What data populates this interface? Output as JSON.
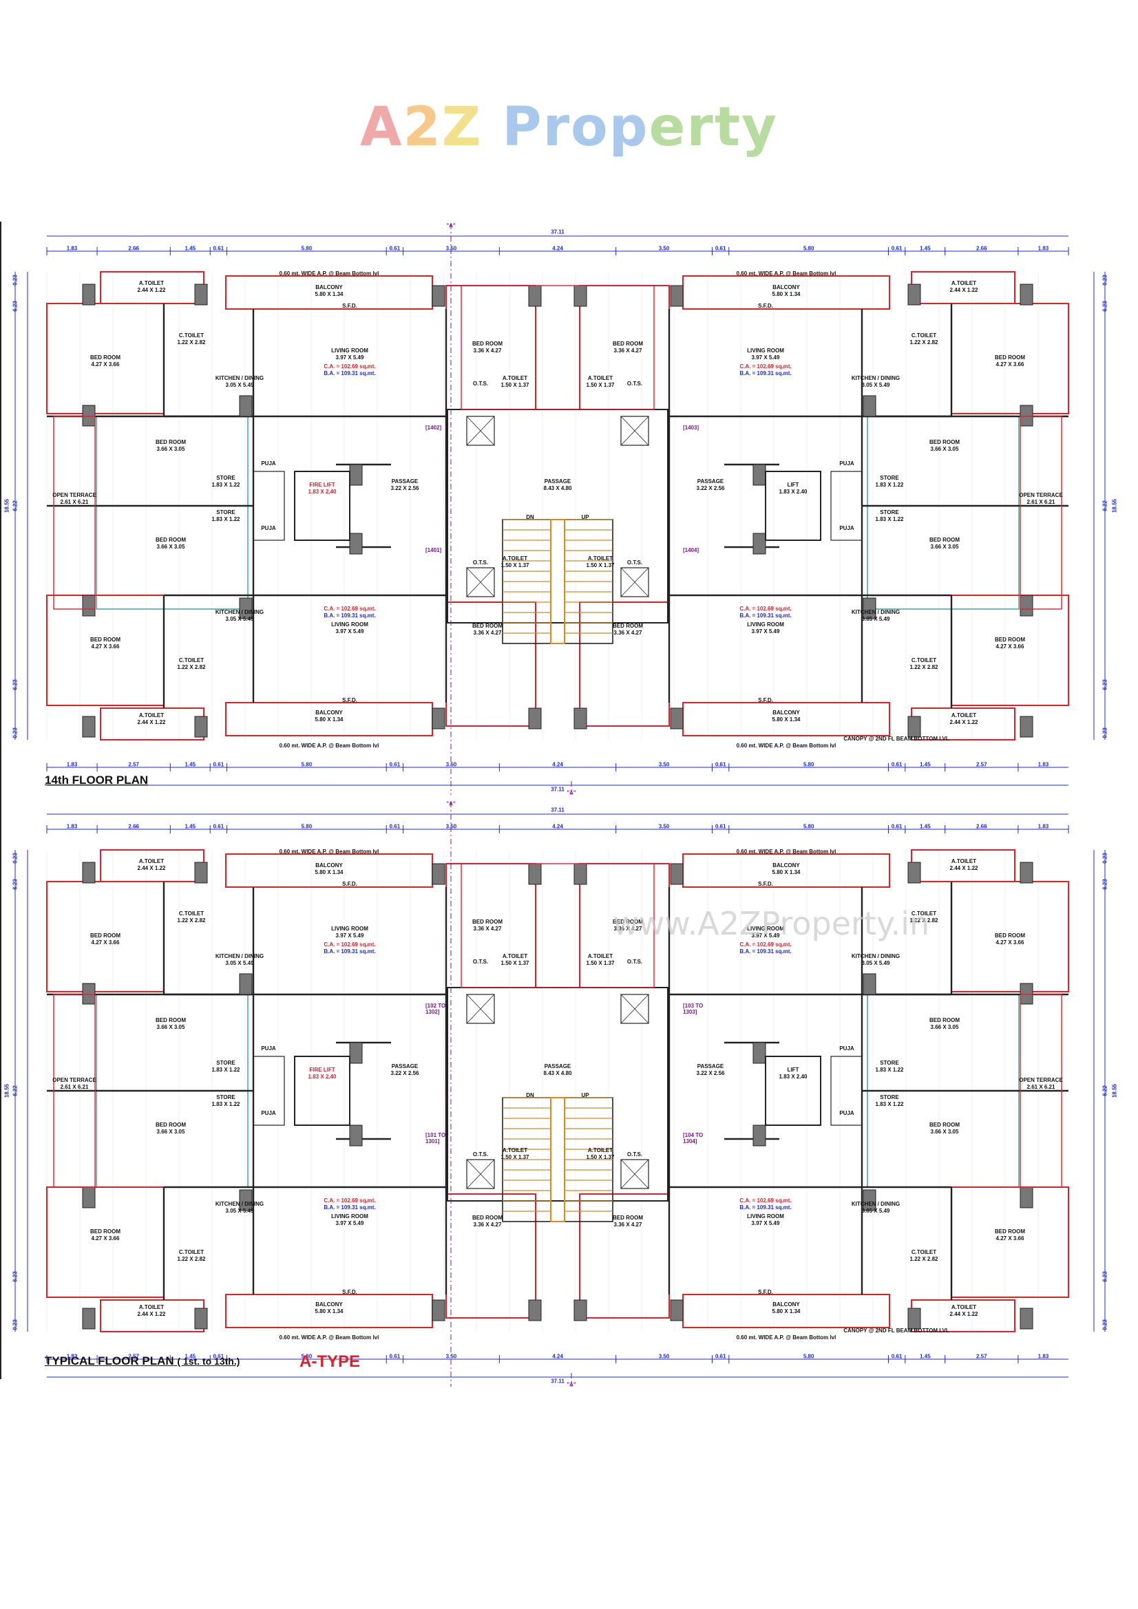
{
  "logo": {
    "p1": "A",
    "p2": "2",
    "p3": "Z",
    "p4": " Prop",
    "p5": "erty"
  },
  "plans": [
    {
      "title": "14th FLOOR PLAN",
      "overall": "37.11",
      "top_dims": [
        "1.83",
        "2.66",
        "1.45",
        "0.61",
        "5.80",
        "0.61",
        "3.50",
        "4.24",
        "3.50",
        "0.61",
        "5.80",
        "0.61",
        "1.45",
        "2.66",
        "1.83"
      ],
      "bottom_dims": [
        "1.83",
        "2.57",
        "1.45",
        "0.61",
        "5.80",
        "0.61",
        "3.50",
        "4.24",
        "3.50",
        "0.61",
        "5.80",
        "0.61",
        "1.45",
        "2.57",
        "1.83"
      ],
      "flats": [
        "[1402]",
        "[1403]",
        "[1401]",
        "[1404]"
      ]
    },
    {
      "title": "TYPICAL FLOOR PLAN",
      "subtitle": "( 1st. to 13th.)",
      "type": "A-TYPE",
      "overall": "37.11",
      "top_dims": [
        "1.83",
        "2.66",
        "1.45",
        "0.61",
        "5.80",
        "0.61",
        "3.50",
        "4.24",
        "3.50",
        "0.61",
        "5.80",
        "0.61",
        "1.45",
        "2.66",
        "1.83"
      ],
      "bottom_dims": [
        "1.83",
        "2.57",
        "1.45",
        "0.61",
        "5.80",
        "0.61",
        "3.50",
        "4.24",
        "3.50",
        "0.61",
        "5.80",
        "0.61",
        "1.45",
        "2.57",
        "1.83"
      ],
      "flats": [
        "[102 TO 1302]",
        "[103 TO 1303]",
        "[101 TO 1301]",
        "[104 TO 1304]"
      ]
    }
  ],
  "rooms": {
    "atoilet": "A.TOILET",
    "atoilet_dim": "2.44 X 1.22",
    "balcony": "BALCONY",
    "balcony_dim": "5.80 X 1.34",
    "bedroom": "BED ROOM",
    "bedroom_a": "4.27 X 3.66",
    "bedroom_b": "3.66 X 3.05",
    "bedroom_c": "3.36 X 4.27",
    "ctoilet": "C.TOILET",
    "ctoilet_dim": "1.22 X 2.82",
    "kitchen": "KITCHEN / DINING",
    "kitchen_dim": "3.05 X 5.49",
    "living": "LIVING ROOM",
    "living_dim": "3.97 X 5.49",
    "ca": "C.A. = 102.69 sq.mt.",
    "ba": "B.A. = 109.31 sq.mt.",
    "store": "STORE",
    "store_dim": "1.83 X 1.22",
    "puja": "PUJA",
    "ots": "O.T.S.",
    "open_terrace": "OPEN TERRACE",
    "open_terrace_dim": "2.61 X 6.21",
    "passage": "PASSAGE",
    "passage_a": "3.22 X 2.56",
    "passage_b": "8.43 X 4.80",
    "fire_lift": "FIRE LIFT",
    "lift": "LIFT",
    "lift_dim": "1.83 X 2.40",
    "atoilet_small": "1.50 X 1.37",
    "sfd": "S.F.D.",
    "dn": "DN",
    "up": "UP",
    "canopy": "CANOPY @ 2ND FL BEAM BOTTOM LVL",
    "ap_note": "0.60 mt. WIDE A.P. @ Beam Bottom lvl",
    "axis": "\"A\""
  },
  "watermark": "www.A2ZProperty.in"
}
